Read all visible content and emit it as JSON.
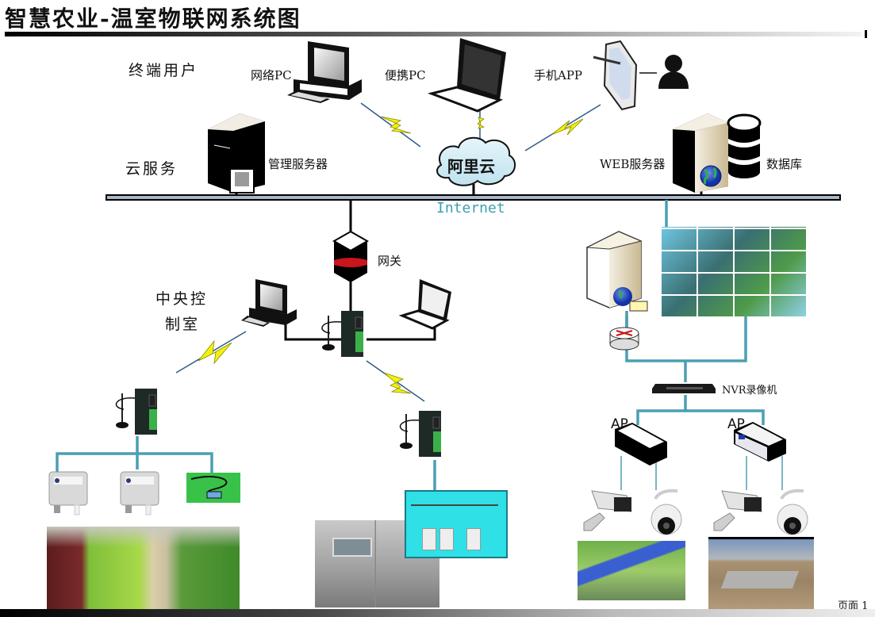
{
  "title": "智慧农业-温室物联网系统图",
  "layers": {
    "terminal_users": "终端用户",
    "cloud_service": "云服务",
    "central_control": [
      "中央控",
      "制室"
    ]
  },
  "terminal_devices": {
    "network_pc": "网络PC",
    "laptop_pc": "便携PC",
    "mobile_app": "手机APP"
  },
  "cloud": {
    "management_server": "管理服务器",
    "aliyun": "阿里云",
    "web_server": "WEB服务器",
    "database": "数据库"
  },
  "network": {
    "internet": "Internet",
    "gateway": "网关"
  },
  "video": {
    "nvr": "NVR录像机",
    "ap_left": "AP",
    "ap_right": "AP"
  },
  "footer": {
    "page": "页面 1"
  },
  "colors": {
    "link_teal": "#4a9fb3",
    "wireless_yellow": "#f2f20a",
    "wire_black": "#000000",
    "internet_text": "#3d9fb0"
  }
}
